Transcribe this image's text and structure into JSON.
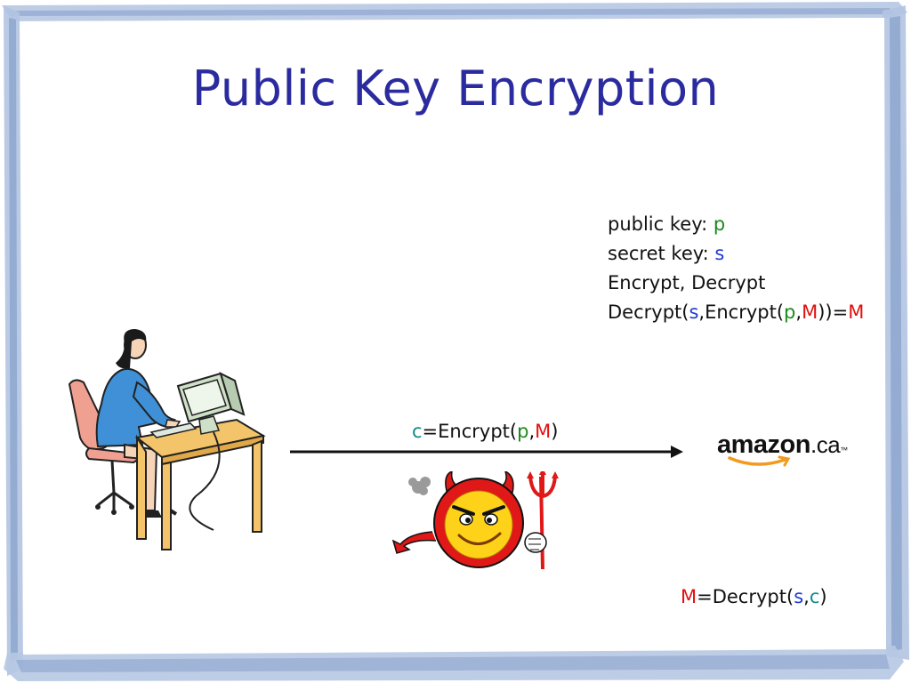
{
  "slide": {
    "title": "Public Key Encryption",
    "definitions": {
      "public_key_label": "public key: ",
      "public_key_symbol": "p",
      "secret_key_label": "secret key: ",
      "secret_key_symbol": "s",
      "functions": "Encrypt, Decrypt",
      "identity": {
        "part1": "Decrypt(",
        "s": "s",
        "part2": ",Encrypt(",
        "p": "p",
        "comma": ",",
        "M": "M",
        "part3": "))=",
        "M2": "M"
      }
    },
    "message": {
      "c": "c",
      "part1": "=Encrypt(",
      "p": "p",
      "comma": ",",
      "M": "M",
      "close": ")"
    },
    "result": {
      "M": "M",
      "part1": "=Decrypt(",
      "s": "s",
      "comma": ",",
      "c": "c",
      "close": ")"
    },
    "receiver_logo": {
      "brand": "amazon",
      "tld": ".ca",
      "tm": "™"
    },
    "icons": {
      "sender": "woman-at-computer-icon",
      "eavesdropper": "devil-icon",
      "arrow": "arrow-right-icon"
    },
    "colors": {
      "title": "#2b2ba0",
      "public_key": "#1a8a1a",
      "secret_key": "#1f3ad0",
      "message": "#e01010",
      "ciphertext": "#138a8a"
    }
  }
}
